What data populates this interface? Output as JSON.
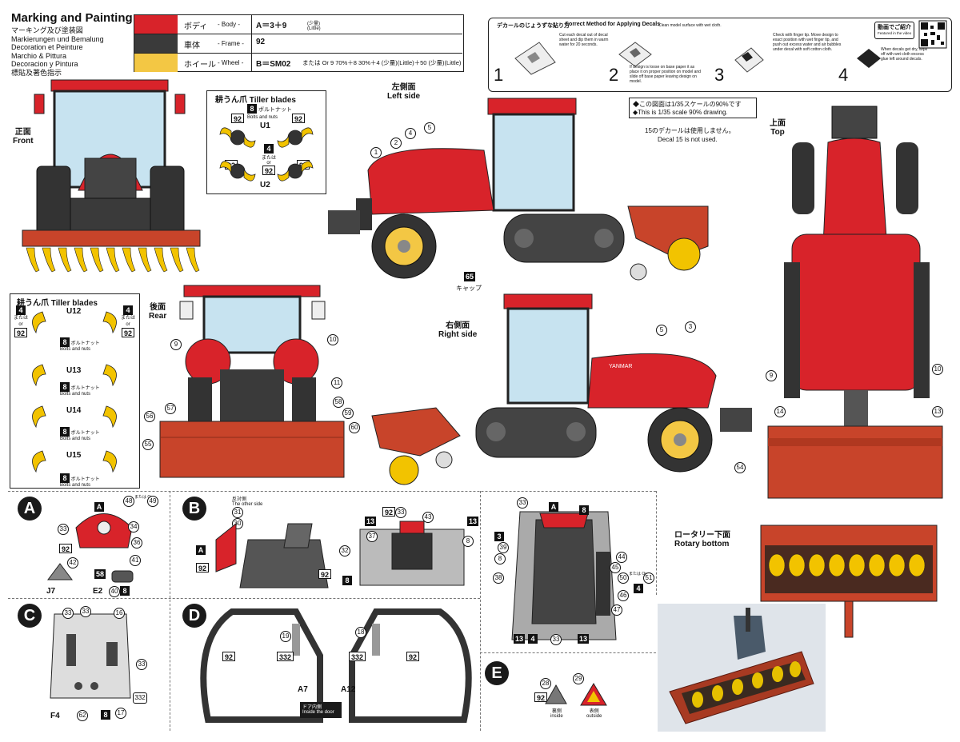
{
  "header": {
    "title": "Marking and Painting",
    "subtitles": [
      "マーキング及び塗装図",
      "Markierungen und Bemalung",
      "Decoration et Peinture",
      "Marchio & Pittura",
      "Decoracion y Pintura",
      "標貼及著色指示"
    ]
  },
  "colors": {
    "body_red": "#d8232a",
    "frame_dark": "#3a3a3a",
    "wheel_yellow": "#f3c744",
    "blade_yellow": "#f2c300",
    "rotary_orange": "#c8442a",
    "glass": "#c7e3f0"
  },
  "legend": {
    "rows": [
      {
        "jp": "ボディ",
        "en": "- Body -",
        "mix": "A＝3＋9",
        "note": "(少量) (Little)"
      },
      {
        "jp": "車体",
        "en": "- Frame -",
        "mix": "92",
        "note": ""
      },
      {
        "jp": "ホイール",
        "en": "- Wheel -",
        "mix": "B＝SM02",
        "note": "または Or 9 70%＋8 30%＋4 (少量)(Little)＋50 (少量)(Little)"
      }
    ]
  },
  "decal_instructions": {
    "title_jp": "デカールのじょうずな貼り方",
    "title_en": "Correct Method for Applying Decals",
    "steps": [
      {
        "n": "1",
        "text": "Cut each decal out of decal sheet and dip them in warm water for 20 seconds."
      },
      {
        "n": "2",
        "text": "If design is loose on base paper it as place it on proper position on model and slide off base paper leaving design on model."
      },
      {
        "n": "3",
        "text": "Check with finger tip. Move design to exact position with wet finger tip, and push out excess water and air bubbles under decal with soft cotton cloth."
      },
      {
        "n": "4",
        "text": "When decals get dry, wipe off with wet cloth excess glue left around decals."
      }
    ],
    "clean_note": "Clean model surface with wet cloth.",
    "video_label_jp": "動画でご紹介",
    "video_label_en": "Featured in the video"
  },
  "scale_note": {
    "jp": "◆この図面は1/35スケールの90%です",
    "en": "◆This is 1/35 scale 90% drawing."
  },
  "decal_note": {
    "jp": "15のデカールは使用しません。",
    "en": "Decal 15 is not used."
  },
  "views": {
    "front": {
      "jp": "正面",
      "en": "Front"
    },
    "left": {
      "jp": "左側面",
      "en": "Left side"
    },
    "right": {
      "jp": "右側面",
      "en": "Right side"
    },
    "rear": {
      "jp": "後面",
      "en": "Rear"
    },
    "top": {
      "jp": "上面",
      "en": "Top"
    },
    "rotary": {
      "jp": "ロータリー下面",
      "en": "Rotary bottom"
    }
  },
  "tiller_small": {
    "title": "耕うん爪  Tiller blades",
    "bolt_num": "8",
    "bolt_jp": "ボルトナット",
    "bolt_en": "Bolts and nuts",
    "u1": "U1",
    "u2": "U2",
    "paint": "92",
    "alt": "4",
    "or_jp": "または",
    "or_en": "or"
  },
  "tiller_big": {
    "title": "耕うん爪  Tiller blades",
    "items": [
      "U12",
      "U13",
      "U14",
      "U15"
    ],
    "bolt_num": "8",
    "bolt_jp": "ボルトナット",
    "bolt_en": "Bolts and nuts",
    "paint": "92",
    "alt": "4",
    "or_jp": "または",
    "or_en": "or"
  },
  "callouts_left": [
    "1",
    "2",
    "4",
    "5"
  ],
  "cap": {
    "num": "65",
    "jp": "キャップ"
  },
  "callouts_right": [
    "5",
    "3"
  ],
  "callouts_rear": [
    "9",
    "10",
    "11",
    "56",
    "57",
    "58",
    "59",
    "60",
    "55"
  ],
  "callouts_top": [
    "9",
    "10",
    "14",
    "13",
    "54"
  ],
  "sections": {
    "A": {
      "letter": "A",
      "parts": [
        "A",
        "48",
        "49",
        "33",
        "34",
        "92",
        "36",
        "42",
        "41",
        "58",
        "40",
        "8",
        "J7",
        "E2"
      ],
      "or_text": "または Or"
    },
    "B": {
      "letter": "B",
      "other_jp": "反対側",
      "other_en": "The other side",
      "parts": [
        "31",
        "30",
        "A",
        "92",
        "92",
        "92",
        "33",
        "43",
        "13",
        "37",
        "32",
        "8",
        "8",
        "13"
      ]
    },
    "B2": {
      "parts": [
        "33",
        "A",
        "8",
        "3",
        "39",
        "8",
        "38",
        "44",
        "50",
        "51",
        "45",
        "4",
        "46",
        "47",
        "13",
        "4",
        "33",
        "13"
      ],
      "or_text": "または Or"
    },
    "C": {
      "letter": "C",
      "parts": [
        "33",
        "33",
        "16",
        "33",
        "332",
        "17",
        "8",
        "62",
        "F4"
      ]
    },
    "D": {
      "letter": "D",
      "parts": [
        "19",
        "92",
        "332",
        "A7",
        "18",
        "332",
        "92",
        "A12"
      ],
      "door_jp": "ドア内側",
      "door_en": "Inside the door"
    },
    "E": {
      "letter": "E",
      "parts": [
        "28",
        "29",
        "92"
      ],
      "inside_jp": "裏側",
      "inside_en": "inside",
      "outside_jp": "表側",
      "outside_en": "outside"
    }
  },
  "brand_text": "YANMAR"
}
